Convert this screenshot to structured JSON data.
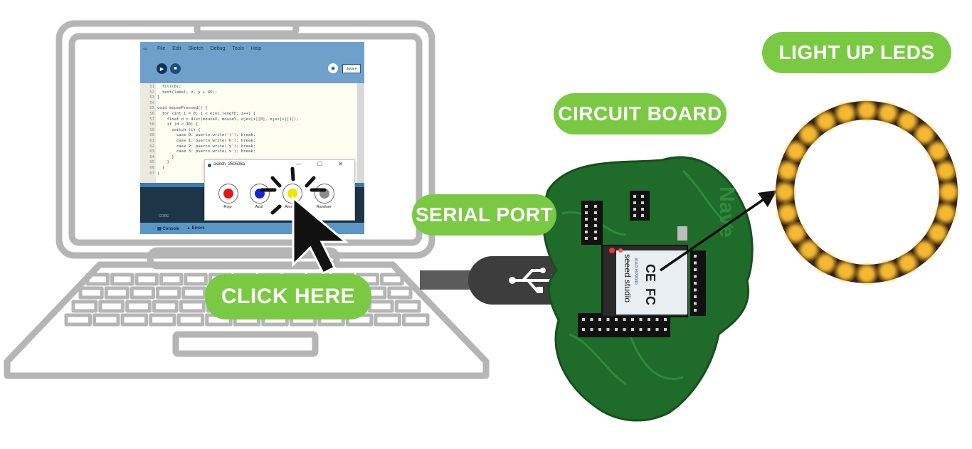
{
  "labels": {
    "light_up_leds": "LIGHT UP LEDS",
    "circuit_board": "CIRCUIT BOARD",
    "serial_port": "SERIAL PORT",
    "click_here": "CLICK HERE"
  },
  "colors": {
    "pill_green": "#7ac943",
    "laptop_outline": "#b5b5b5",
    "pcb_green": "#1f6b2a",
    "led_amber": "#f5b82e"
  },
  "ide": {
    "menu": [
      "File",
      "Edit",
      "Sketch",
      "Debug",
      "Tools",
      "Help"
    ],
    "logo_icon": "infinity-icon",
    "board_select": "Java ▾",
    "tab_label": "sketch_250508a",
    "tab_arrow": "▾",
    "code_lines": [
      {
        "n": "51",
        "t": "  fill(0);"
      },
      {
        "n": "52",
        "t": "  text(label, x, y + 45);"
      },
      {
        "n": "53",
        "t": "}"
      },
      {
        "n": "54",
        "t": ""
      },
      {
        "n": "55",
        "t": "void mousePressed() {"
      },
      {
        "n": "56",
        "t": "  for (int i = 0; i < ejes.length; i++) {"
      },
      {
        "n": "57",
        "t": "    float d = dist(mouseX, mouseY, ejes[i][0], ejes[i][1]);"
      },
      {
        "n": "58",
        "t": "    if (d < 30) {"
      },
      {
        "n": "59",
        "t": "      switch (i) {"
      },
      {
        "n": "60",
        "t": "        case 0: puerto.write('r'); break;"
      },
      {
        "n": "61",
        "t": "        case 1: puerto.write('b'); break;"
      },
      {
        "n": "62",
        "t": "        case 2: puerto.write('y'); break;"
      },
      {
        "n": "63",
        "t": "        case 3: puerto.write('x'); break;"
      },
      {
        "n": "64",
        "t": "      }"
      },
      {
        "n": "65",
        "t": "    }"
      },
      {
        "n": "66",
        "t": "  }"
      },
      {
        "n": "67",
        "t": "}"
      }
    ],
    "console_text": "CORE",
    "status_console": "Console",
    "status_errors": "Errors"
  },
  "popup": {
    "title": "sketch_250508a",
    "controls": "—  ☐  ✕",
    "buttons": [
      {
        "label": "Rojo",
        "color": "#e01818"
      },
      {
        "label": "Azul",
        "color": "#1424d8"
      },
      {
        "label": "Amarillo",
        "color": "#f0e400"
      },
      {
        "label": "Random",
        "color": "#8a8a8a"
      }
    ]
  },
  "board_text": {
    "brand": "seeed studio",
    "model": "XIAO RP2040",
    "fcc": "FC",
    "ce": "CE",
    "silk": "Nave"
  },
  "icons": {
    "cursor": "mouse-pointer-icon",
    "usb": "usb-icon"
  }
}
